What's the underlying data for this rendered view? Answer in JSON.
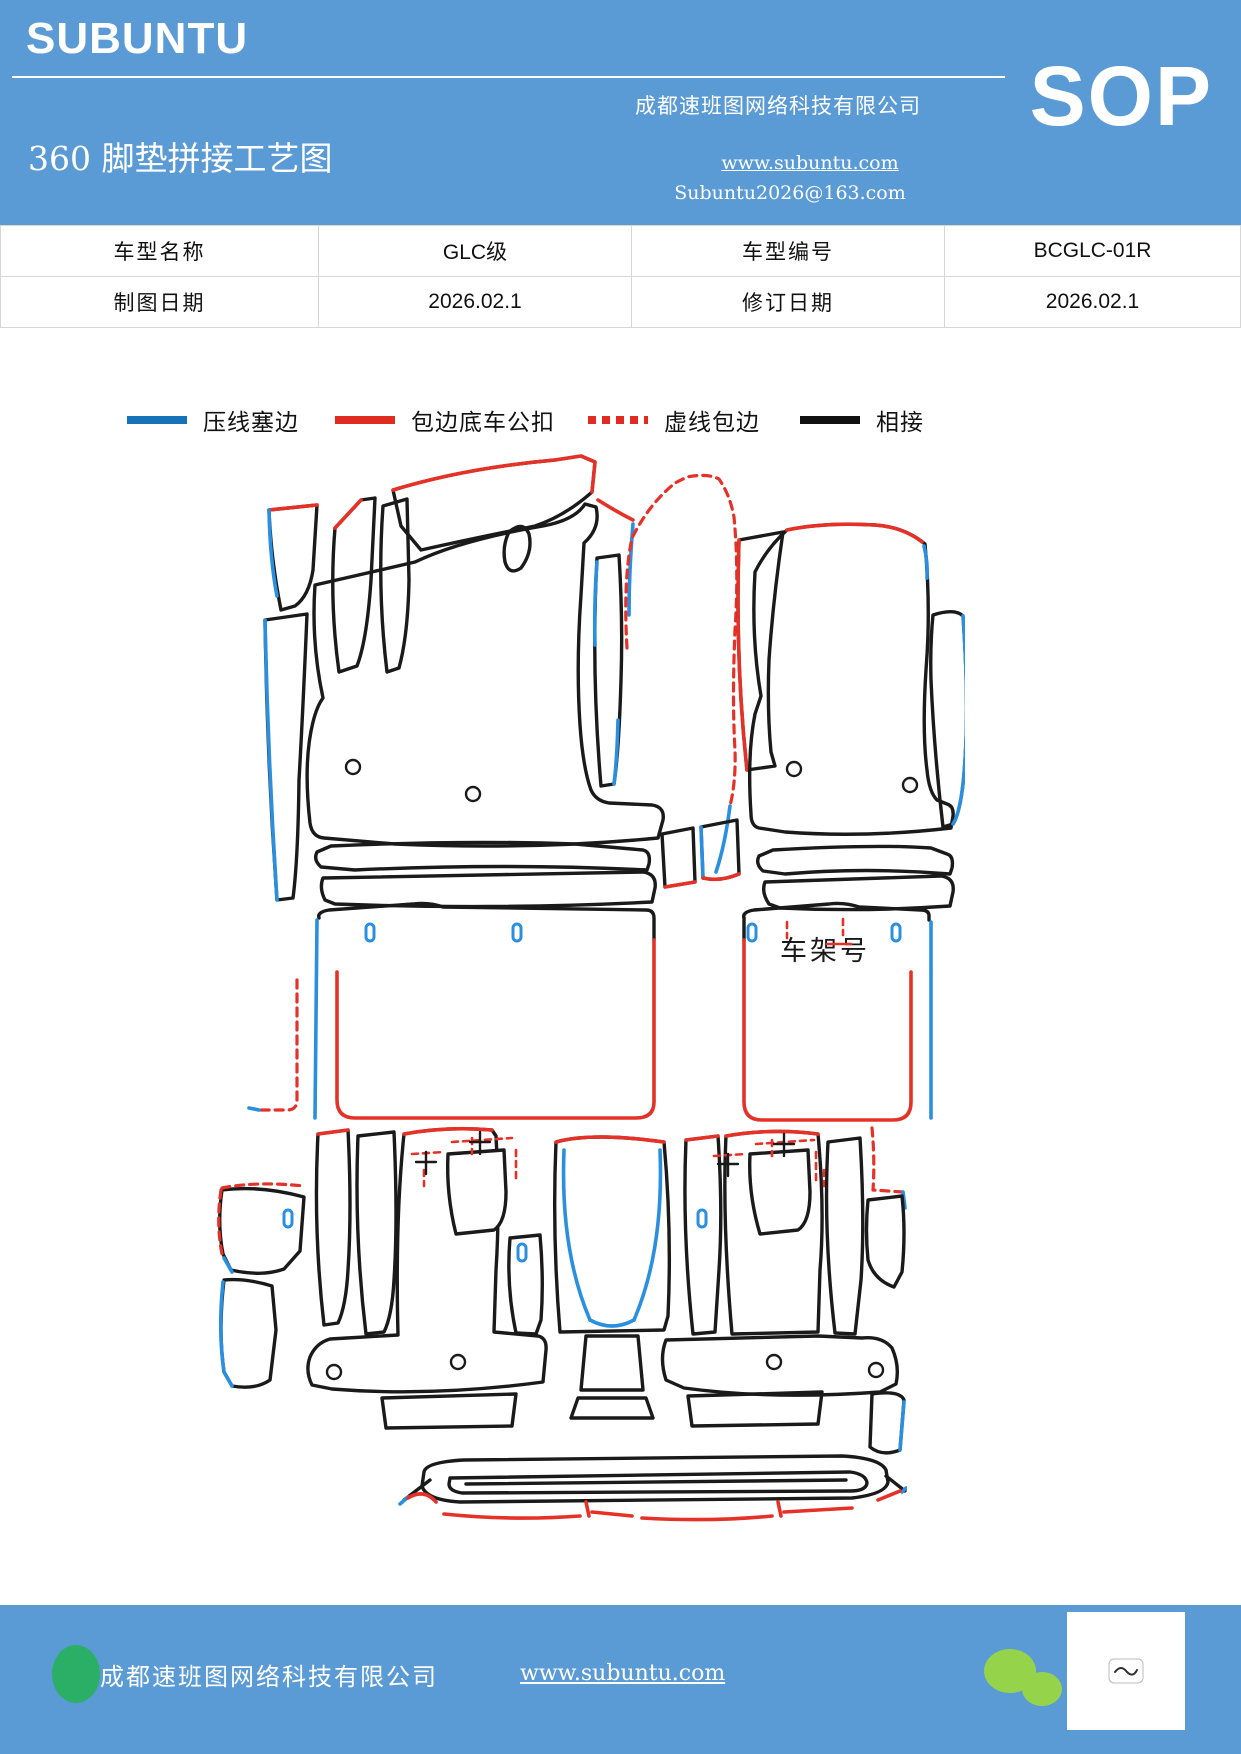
{
  "header": {
    "logo": "SUBUNTU",
    "company": "成都速班图网络科技有限公司",
    "title": "360 脚垫拼接工艺图",
    "website": "www.subuntu.com",
    "email": "Subuntu2026@163.com",
    "badge": "SOP"
  },
  "info_table": {
    "rows": [
      {
        "cells": [
          "车型名称",
          "GLC级",
          "车型编号",
          "BCGLC-01R"
        ]
      },
      {
        "cells": [
          "制图日期",
          "2026.02.1",
          "修订日期",
          "2026.02.1"
        ]
      }
    ]
  },
  "legend": {
    "items": [
      {
        "label": "压线塞边",
        "color": "#1673B9",
        "style": "solid"
      },
      {
        "label": "包边底车公扣",
        "color": "#E02B20",
        "style": "solid"
      },
      {
        "label": "虚线包边",
        "color": "#E02B20",
        "style": "dotted"
      },
      {
        "label": "相接",
        "color": "#111111",
        "style": "solid"
      }
    ]
  },
  "diagrams": {
    "front_mats": {
      "frame_label": "车架号"
    },
    "rear_mats": {}
  },
  "footer": {
    "company": "成都速班图网络科技有限公司",
    "website": "www.subuntu.com"
  },
  "colors": {
    "header_bg": "#5B9BD5",
    "line_press_blue": "#2B8FE0",
    "line_bind_red": "#E53228",
    "line_join_black": "#1A1A1A",
    "wechat_green": "#95D44A",
    "company_icon_green": "#2BAE66"
  }
}
